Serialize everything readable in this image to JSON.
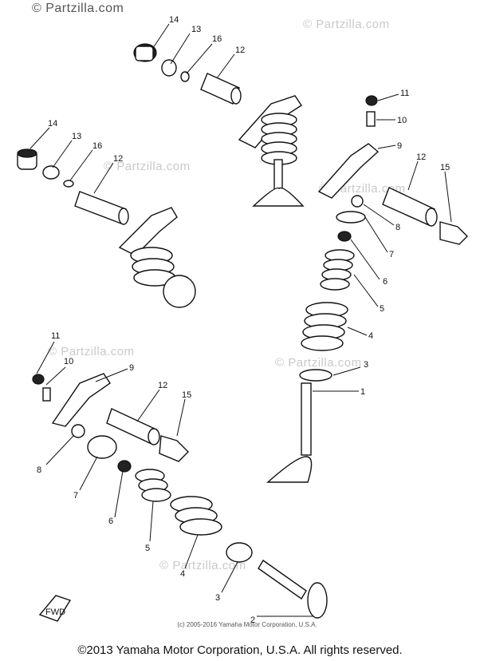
{
  "watermark_text": "© Partzilla.com",
  "diagram_copyright": "(c) 2005-2016 Yamaha Motor Corporation, U.S.A.",
  "footer_copyright": "©2013 Yamaha Motor Corporation, U.S.A. All rights reserved.",
  "fwd_label": "FWD",
  "parts": [
    {
      "num": "14"
    },
    {
      "num": "13"
    },
    {
      "num": "16"
    },
    {
      "num": "12"
    },
    {
      "num": "14"
    },
    {
      "num": "13"
    },
    {
      "num": "16"
    },
    {
      "num": "12"
    },
    {
      "num": "11"
    },
    {
      "num": "10"
    },
    {
      "num": "9"
    },
    {
      "num": "12"
    },
    {
      "num": "15"
    },
    {
      "num": "8"
    },
    {
      "num": "7"
    },
    {
      "num": "6"
    },
    {
      "num": "5"
    },
    {
      "num": "4"
    },
    {
      "num": "3"
    },
    {
      "num": "1"
    },
    {
      "num": "11"
    },
    {
      "num": "10"
    },
    {
      "num": "9"
    },
    {
      "num": "12"
    },
    {
      "num": "15"
    },
    {
      "num": "8"
    },
    {
      "num": "7"
    },
    {
      "num": "6"
    },
    {
      "num": "5"
    },
    {
      "num": "4"
    },
    {
      "num": "3"
    },
    {
      "num": "2"
    }
  ]
}
